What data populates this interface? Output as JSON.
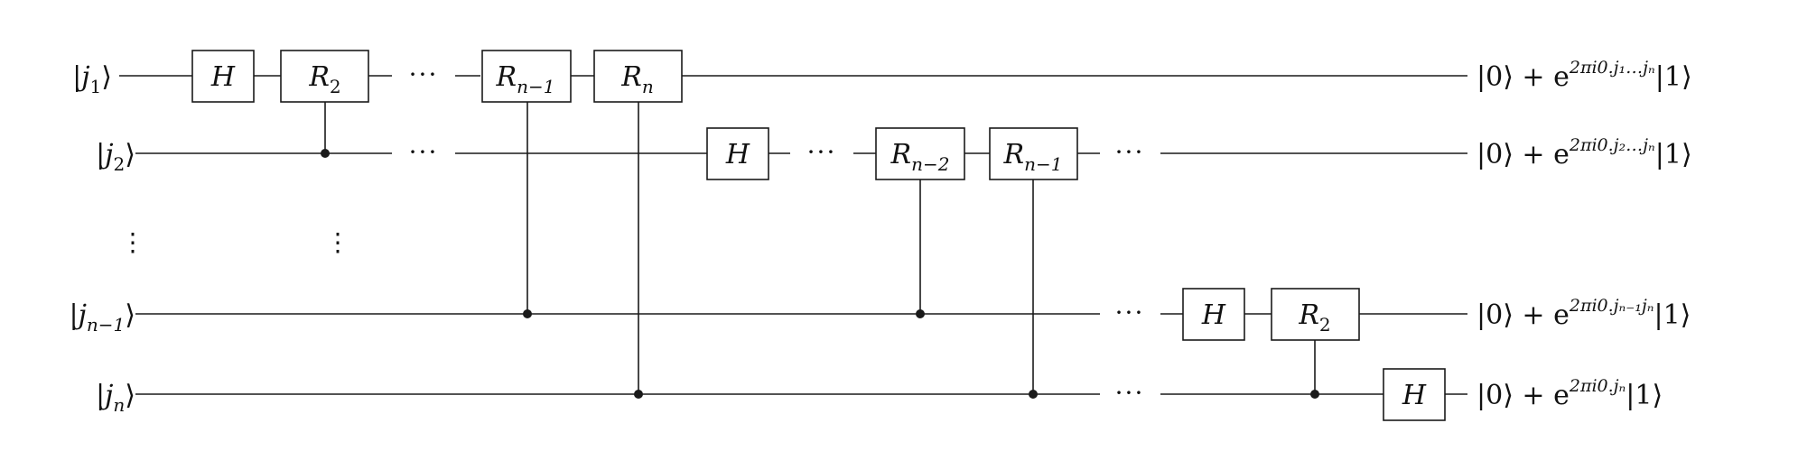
{
  "circuit": {
    "inputs": [
      {
        "base": "j",
        "sub": "1"
      },
      {
        "base": "j",
        "sub": "2"
      },
      {
        "base": "j",
        "sub": "n−1"
      },
      {
        "base": "j",
        "sub": "n"
      }
    ],
    "vertical_ellipsis": "⋮",
    "horizontal_ellipsis": "···",
    "gates": [
      {
        "base": "H",
        "sub": ""
      },
      {
        "base": "R",
        "sub": "2"
      },
      {
        "base": "R",
        "sub": "n−1"
      },
      {
        "base": "R",
        "sub": "n"
      },
      {
        "base": "H",
        "sub": ""
      },
      {
        "base": "R",
        "sub": "n−2"
      },
      {
        "base": "R",
        "sub": "n−1"
      },
      {
        "base": "H",
        "sub": ""
      },
      {
        "base": "R",
        "sub": "2"
      },
      {
        "base": "H",
        "sub": ""
      }
    ],
    "outputs": [
      {
        "ket0": "|0⟩ + e",
        "exp": "2πi0.j₁…jₙ",
        "ket1": "|1⟩"
      },
      {
        "ket0": "|0⟩ + e",
        "exp": "2πi0.j₂…jₙ",
        "ket1": "|1⟩"
      },
      {
        "ket0": "|0⟩ + e",
        "exp": "2πi0.jₙ₋₁jₙ",
        "ket1": "|1⟩"
      },
      {
        "ket0": "|0⟩ + e",
        "exp": "2πi0.jₙ",
        "ket1": "|1⟩"
      }
    ]
  }
}
